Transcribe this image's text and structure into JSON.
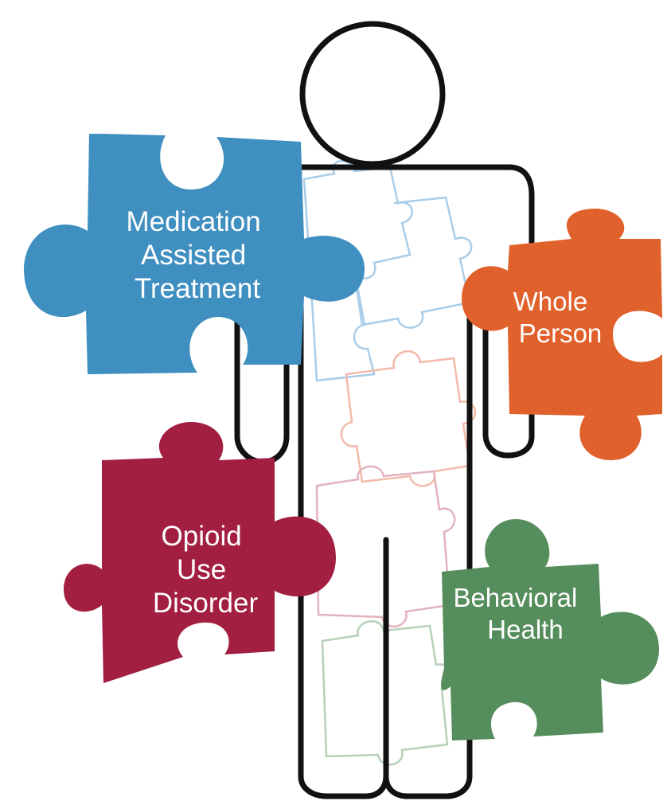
{
  "pieces": {
    "medication": {
      "lines": [
        "Medication",
        "Assisted",
        "Treatment"
      ],
      "color": "#3f8fc0"
    },
    "whole_person": {
      "lines": [
        "Whole",
        "Person"
      ],
      "color": "#e1612c"
    },
    "opioid": {
      "lines": [
        "Opioid",
        "Use",
        "Disorder"
      ],
      "color": "#a21f42"
    },
    "behavioral": {
      "lines": [
        "Behavioral",
        "Health"
      ],
      "color": "#568d5c"
    }
  },
  "inner_outline_colors": {
    "blue": "#a9cde8",
    "salmon": "#f3b9ab",
    "pink": "#e3b2bf",
    "green": "#b7d1b9"
  },
  "figure_outline_color": "#111111"
}
